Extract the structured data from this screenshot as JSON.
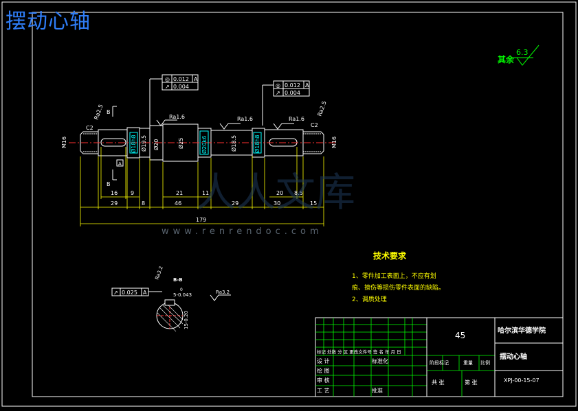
{
  "caption": "摆动心轴",
  "watermark": {
    "brand": "人人文库",
    "url": "www.renrendoc.com"
  },
  "roughness": {
    "label": "其余",
    "value": "6.3"
  },
  "tolerance_frames": {
    "left": {
      "row1_value": "0.012",
      "row1_ref": "A",
      "row2_value": "0.004"
    },
    "right": {
      "row1_value": "0.012",
      "row1_ref": "A",
      "row2_value": "0.004"
    },
    "section": {
      "value": "0.025",
      "ref": "A"
    }
  },
  "shaft_labels": {
    "chamfer_left": "C2",
    "chamfer_right": "C2",
    "thread_left": "M16",
    "thread_right": "M16",
    "diam_18h8_left": "Ø18h8",
    "diam_left": "Ø19.5",
    "diam_20": "Ø20",
    "diam_25": "Ø25",
    "diam_20k6": "Ø20k6",
    "diam_right": "Ø18.5",
    "diam_18h8_right": "Ø18h8",
    "ra_left": "Ra1.6",
    "ra_mid": "Ra1.6",
    "ra_right": "Ra1.6",
    "ra_top_left": "Ra2.5",
    "ra_top_right": "Ra2.5",
    "ra_section_left": "Ra3.2",
    "ra_section_right": "Ra3.2",
    "section_mark_b": "B",
    "datum_a": "A",
    "section_title": "B-B",
    "key_width": "5-0.043",
    "key_depth": "15-0.20",
    "key_zero": "0"
  },
  "dimensions": {
    "d16": "16",
    "d9": "9",
    "d21": "21",
    "d11": "11",
    "d20": "20",
    "d8_5": "8.5",
    "d29": "29",
    "d8": "8",
    "d46": "46",
    "d29b": "29",
    "d30": "30",
    "d15": "15",
    "overall": "179"
  },
  "tech_requirements": {
    "title": "技术要求",
    "items": [
      "1、零件加工表面上，不应有划",
      "痕、擦伤等损伤零件表面的缺陷。",
      "2、调质处理"
    ]
  },
  "title_block": {
    "material": "45",
    "school": "哈尔滨华德学院",
    "part_name": "摆动心轴",
    "drawing_no": "XPJ-00-15-07",
    "header_row": "标记 处数 分 区 更改文件号 签 名 年 月 日",
    "design": "设 计",
    "standardize": "标准化",
    "drawing": "绘 图",
    "review": "审 核",
    "process": "工 艺",
    "approve": "批准",
    "stage_mark": "阶段标记",
    "weight": "重量",
    "scale": "比例",
    "sheets_total": "共 张",
    "sheet_no": "第 张"
  },
  "colors": {
    "frame": "#ffffff",
    "dim": "#ffff00",
    "green": "#00ff00",
    "cyan": "#00ffff",
    "blue": "#2f7df6",
    "red": "#ff3030"
  }
}
